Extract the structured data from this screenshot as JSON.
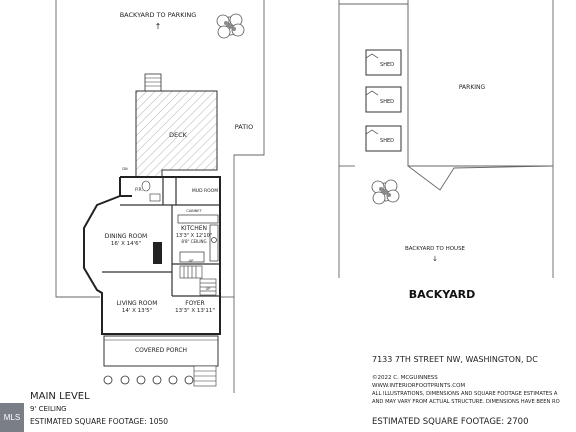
{
  "site": {
    "backyard_to_parking": "BACKYARD TO PARKING",
    "deck": "DECK",
    "patio": "PATIO"
  },
  "rooms": {
    "pr": "P.R.",
    "mud_room": "MUD ROOM",
    "cabinet": "CABINET",
    "kitchen_name": "KITCHEN",
    "kitchen_dims": "13'3\" X 12'10\"",
    "kitchen_ceiling": "8'8\" CEILING",
    "dining_name": "DINING ROOM",
    "dining_dims": "16' X 14'6\"",
    "living_name": "LIVING ROOM",
    "living_dims": "14' X 13'5\"",
    "foyer_name": "FOYER",
    "foyer_dims": "13'3\" X 13'11\"",
    "covered_porch": "COVERED PORCH",
    "up_1": "UP",
    "up_2": "UP",
    "dn": "DN"
  },
  "backyard": {
    "shed_1": "SHED",
    "shed_2": "SHED",
    "shed_3": "SHED",
    "parking": "PARKING",
    "backyard_to_house": "BACKYARD TO HOUSE",
    "title": "BACKYARD"
  },
  "info": {
    "address": "7133 7TH STREET NW, WASHINGTON, DC",
    "copyright": "©2022 C. MCGUINNESS",
    "website": "WWW.INTERIORFOOTPRINTS.COM",
    "disclaimer_1": "ALL ILLUSTRATIONS, DIMENSIONS AND SQUARE FOOTAGE ESTIMATES A",
    "disclaimer_2": "AND MAY VARY FROM ACTUAL STRUCTURE. DIMENSIONS HAVE BEEN RO",
    "total_sqft": "ESTIMATED SQUARE FOOTAGE: 2700"
  },
  "level": {
    "name": "MAIN LEVEL",
    "ceiling": "9' CEILING",
    "sqft": "ESTIMATED SQUARE FOOTAGE: 1050"
  },
  "badge": "MLS"
}
